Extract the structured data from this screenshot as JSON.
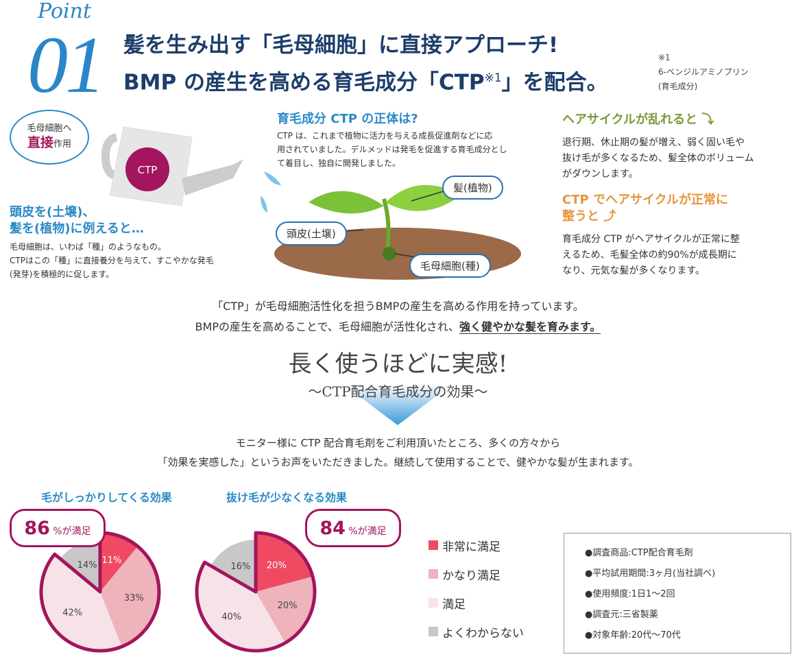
{
  "header": {
    "point": "Point",
    "number": "01",
    "title_line1": "髪を生み出す「毛母細胞」に直接アプローチ!",
    "title_line2_a": "BMP の産生を高める育毛成分「CTP",
    "title_line2_sup": "※1",
    "title_line2_b": "」を配合。",
    "note": [
      "※1",
      "6-ベンジルアミノプリン",
      "(育毛成分)"
    ]
  },
  "left": {
    "bubble_line1": "毛母細胞へ",
    "bubble_strong": "直接",
    "bubble_suffix": "作用",
    "can_label": "CTP",
    "heading1": "頭皮を(土壌)、",
    "heading2": "髪を(植物)に例えると…",
    "body": [
      "毛母細胞は、いわば「種」のようなもの。",
      "CTPはこの「種」に直接養分を与えて、すこやかな発毛",
      "(発芽)を積極的に促します。"
    ]
  },
  "middle": {
    "heading": "育毛成分 CTP の正体は?",
    "body": [
      "CTP は、これまで植物に活力を与える成長促進剤などに応",
      "用されていました。デルメッドは発毛を促進する育毛成分とし",
      "て着目し、独自に開発しました。"
    ],
    "tag_hair": "髪(植物)",
    "tag_scalp": "頭皮(土壌)",
    "tag_cell": "毛母細胞(種)"
  },
  "right": {
    "heading1": "ヘアサイクルが乱れると ⤵",
    "body1": [
      "退行期、休止期の髪が増え、弱く固い毛や",
      "抜け毛が多くなるため、髪全体のボリューム",
      "がダウンします。"
    ],
    "heading2a": "CTP でヘアサイクルが正常に",
    "heading2b": "整うと ⤴",
    "body2": [
      "育毛成分 CTP がヘアサイクルが正常に整",
      "えるため、毛髪全体の約90%が成長期に",
      "なり、元気な髪が多くなります。"
    ]
  },
  "summary": {
    "line1": "「CTP」が毛母細胞活性化を担うBMPの産生を高める作用を持っています。",
    "line2a": "BMPの産生を高めることで、毛母細胞が活性化され、",
    "line2b": "強く健やかな髪を育みます。"
  },
  "effect": {
    "title": "長く使うほどに実感!",
    "subtitle": "〜CTP配合育毛成分の効果〜",
    "line1": "モニター様に CTP 配合育毛剤をご利用頂いたところ、多くの方々から",
    "line2": "「効果を実感した」というお声をいただきました。継続して使用することで、健やかな髪が生まれます。"
  },
  "chart_data": [
    {
      "type": "pie",
      "title": "毛がしっかりしてくる効果",
      "callout_value": "86",
      "callout_suffix": "%が満足",
      "categories": [
        "非常に満足",
        "かなり満足",
        "満足",
        "よくわからない"
      ],
      "values": [
        11,
        33,
        42,
        14
      ],
      "labels": [
        "11%",
        "33%",
        "42%",
        "14%"
      ]
    },
    {
      "type": "pie",
      "title": "抜け毛が少なくなる効果",
      "callout_value": "84",
      "callout_suffix": "%が満足",
      "categories": [
        "非常に満足",
        "かなり満足",
        "満足",
        "よくわからない"
      ],
      "values": [
        20,
        20,
        40,
        16
      ],
      "labels": [
        "20%",
        "20%",
        "40%",
        "16%"
      ]
    }
  ],
  "legend": [
    "非常に満足",
    "かなり満足",
    "満足",
    "よくわからない"
  ],
  "colors": [
    "#f04a63",
    "#efb3bc",
    "#f7e3e7",
    "#c8c8c8"
  ],
  "outline_color": "#a3155c",
  "info": [
    "●調査商品:CTP配合育毛剤",
    "●平均試用期間:3ヶ月(当社調べ)",
    "●使用頻度:1日1〜2回",
    "●調査元:三省製薬",
    "●対象年齢:20代〜70代"
  ]
}
